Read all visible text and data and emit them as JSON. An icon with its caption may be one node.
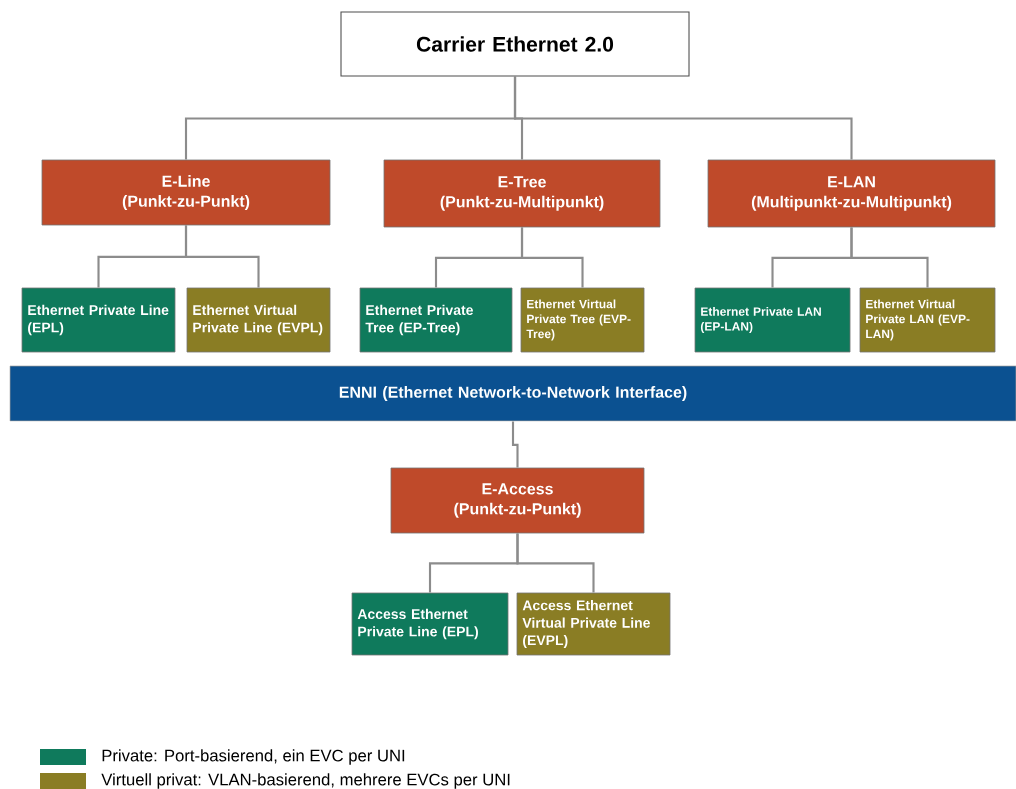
{
  "diagram": {
    "nodes": [
      {
        "text": [
          "Carrier Ethernet 2.0"
        ]
      },
      {
        "text": [
          "E-Line",
          "(Punkt-zu-Punkt)"
        ]
      },
      {
        "text": [
          "E-Tree",
          "(Punkt-zu-Multipunkt)"
        ]
      },
      {
        "text": [
          "E-LAN",
          "(Multipunkt-zu-Multipunkt)"
        ]
      },
      {
        "text": [
          "Ethernet Private Line (EPL)"
        ]
      },
      {
        "text": [
          "Ethernet Virtual Private Line (EVPL)"
        ]
      },
      {
        "text": [
          "Ethernet Private Tree (EP-Tree)"
        ]
      },
      {
        "text": [
          "Ethernet Virtual Private Tree (EVP-Tree)"
        ]
      },
      {
        "text": [
          "Ethernet Private LAN (EP-LAN)"
        ]
      },
      {
        "text": [
          "Ethernet Virtual Private LAN (EVP-LAN)"
        ]
      },
      {
        "text": [
          "ENNI (Ethernet Network-to-Network Interface)"
        ]
      },
      {
        "text": [
          "E-Access",
          "(Punkt-zu-Punkt)"
        ]
      },
      {
        "text": [
          "Access Ethernet Private Line (EPL)"
        ]
      },
      {
        "text": [
          "Access Ethernet Virtual Private Line (EVPL)"
        ]
      }
    ],
    "edges": [
      {
        "from": 0,
        "to": 1,
        "arrow": "none"
      },
      {
        "from": 0,
        "to": 2,
        "arrow": "none"
      },
      {
        "from": 0,
        "to": 3,
        "arrow": "none"
      },
      {
        "from": 1,
        "to": 4,
        "arrow": "none"
      },
      {
        "from": 1,
        "to": 5,
        "arrow": "none"
      },
      {
        "from": 2,
        "to": 6,
        "arrow": "none"
      },
      {
        "from": 2,
        "to": 7,
        "arrow": "none"
      },
      {
        "from": 3,
        "to": 8,
        "arrow": "none"
      },
      {
        "from": 3,
        "to": 9,
        "arrow": "none"
      },
      {
        "from": 10,
        "to": 11,
        "arrow": "none"
      },
      {
        "from": 11,
        "to": 12,
        "arrow": "none"
      },
      {
        "from": 11,
        "to": 13,
        "arrow": "none"
      }
    ],
    "legend": [
      {
        "text": "Private: Port-basierend, ein EVC per UNI",
        "color": "#0f7a5c"
      },
      {
        "text": "Virtuell privat: VLAN-basierend, mehrere EVCs per UNI",
        "color": "#8a7d24"
      }
    ]
  }
}
